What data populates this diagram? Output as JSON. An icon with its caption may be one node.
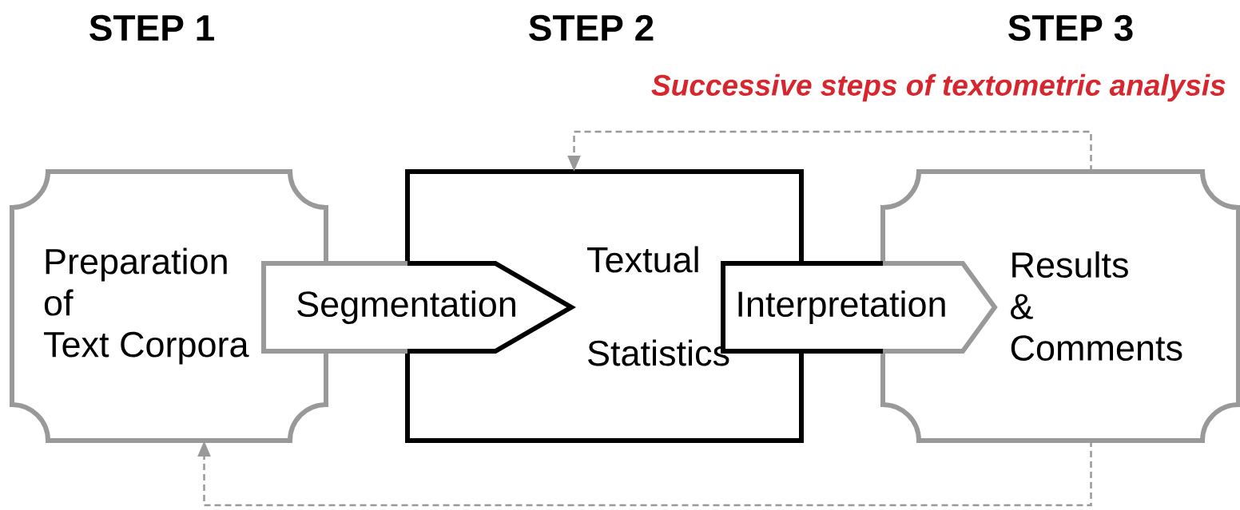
{
  "diagram": {
    "title": "Successive steps of textometric analysis",
    "nodes": [
      {
        "text": [
          "Preparation of Text Corpora"
        ]
      },
      {
        "text": [
          "Segmentation"
        ]
      },
      {
        "text": [
          "Textual Statistics"
        ]
      },
      {
        "text": [
          "Interpretation"
        ]
      },
      {
        "text": [
          "Results & Comments"
        ]
      }
    ],
    "edges": [
      {
        "from": 4,
        "to": 2,
        "arrow": "to",
        "style": "dashed"
      },
      {
        "from": 4,
        "to": 0,
        "arrow": "to",
        "style": "dashed"
      }
    ],
    "labels": [
      "STEP 1",
      "STEP 2",
      "STEP 3"
    ]
  }
}
